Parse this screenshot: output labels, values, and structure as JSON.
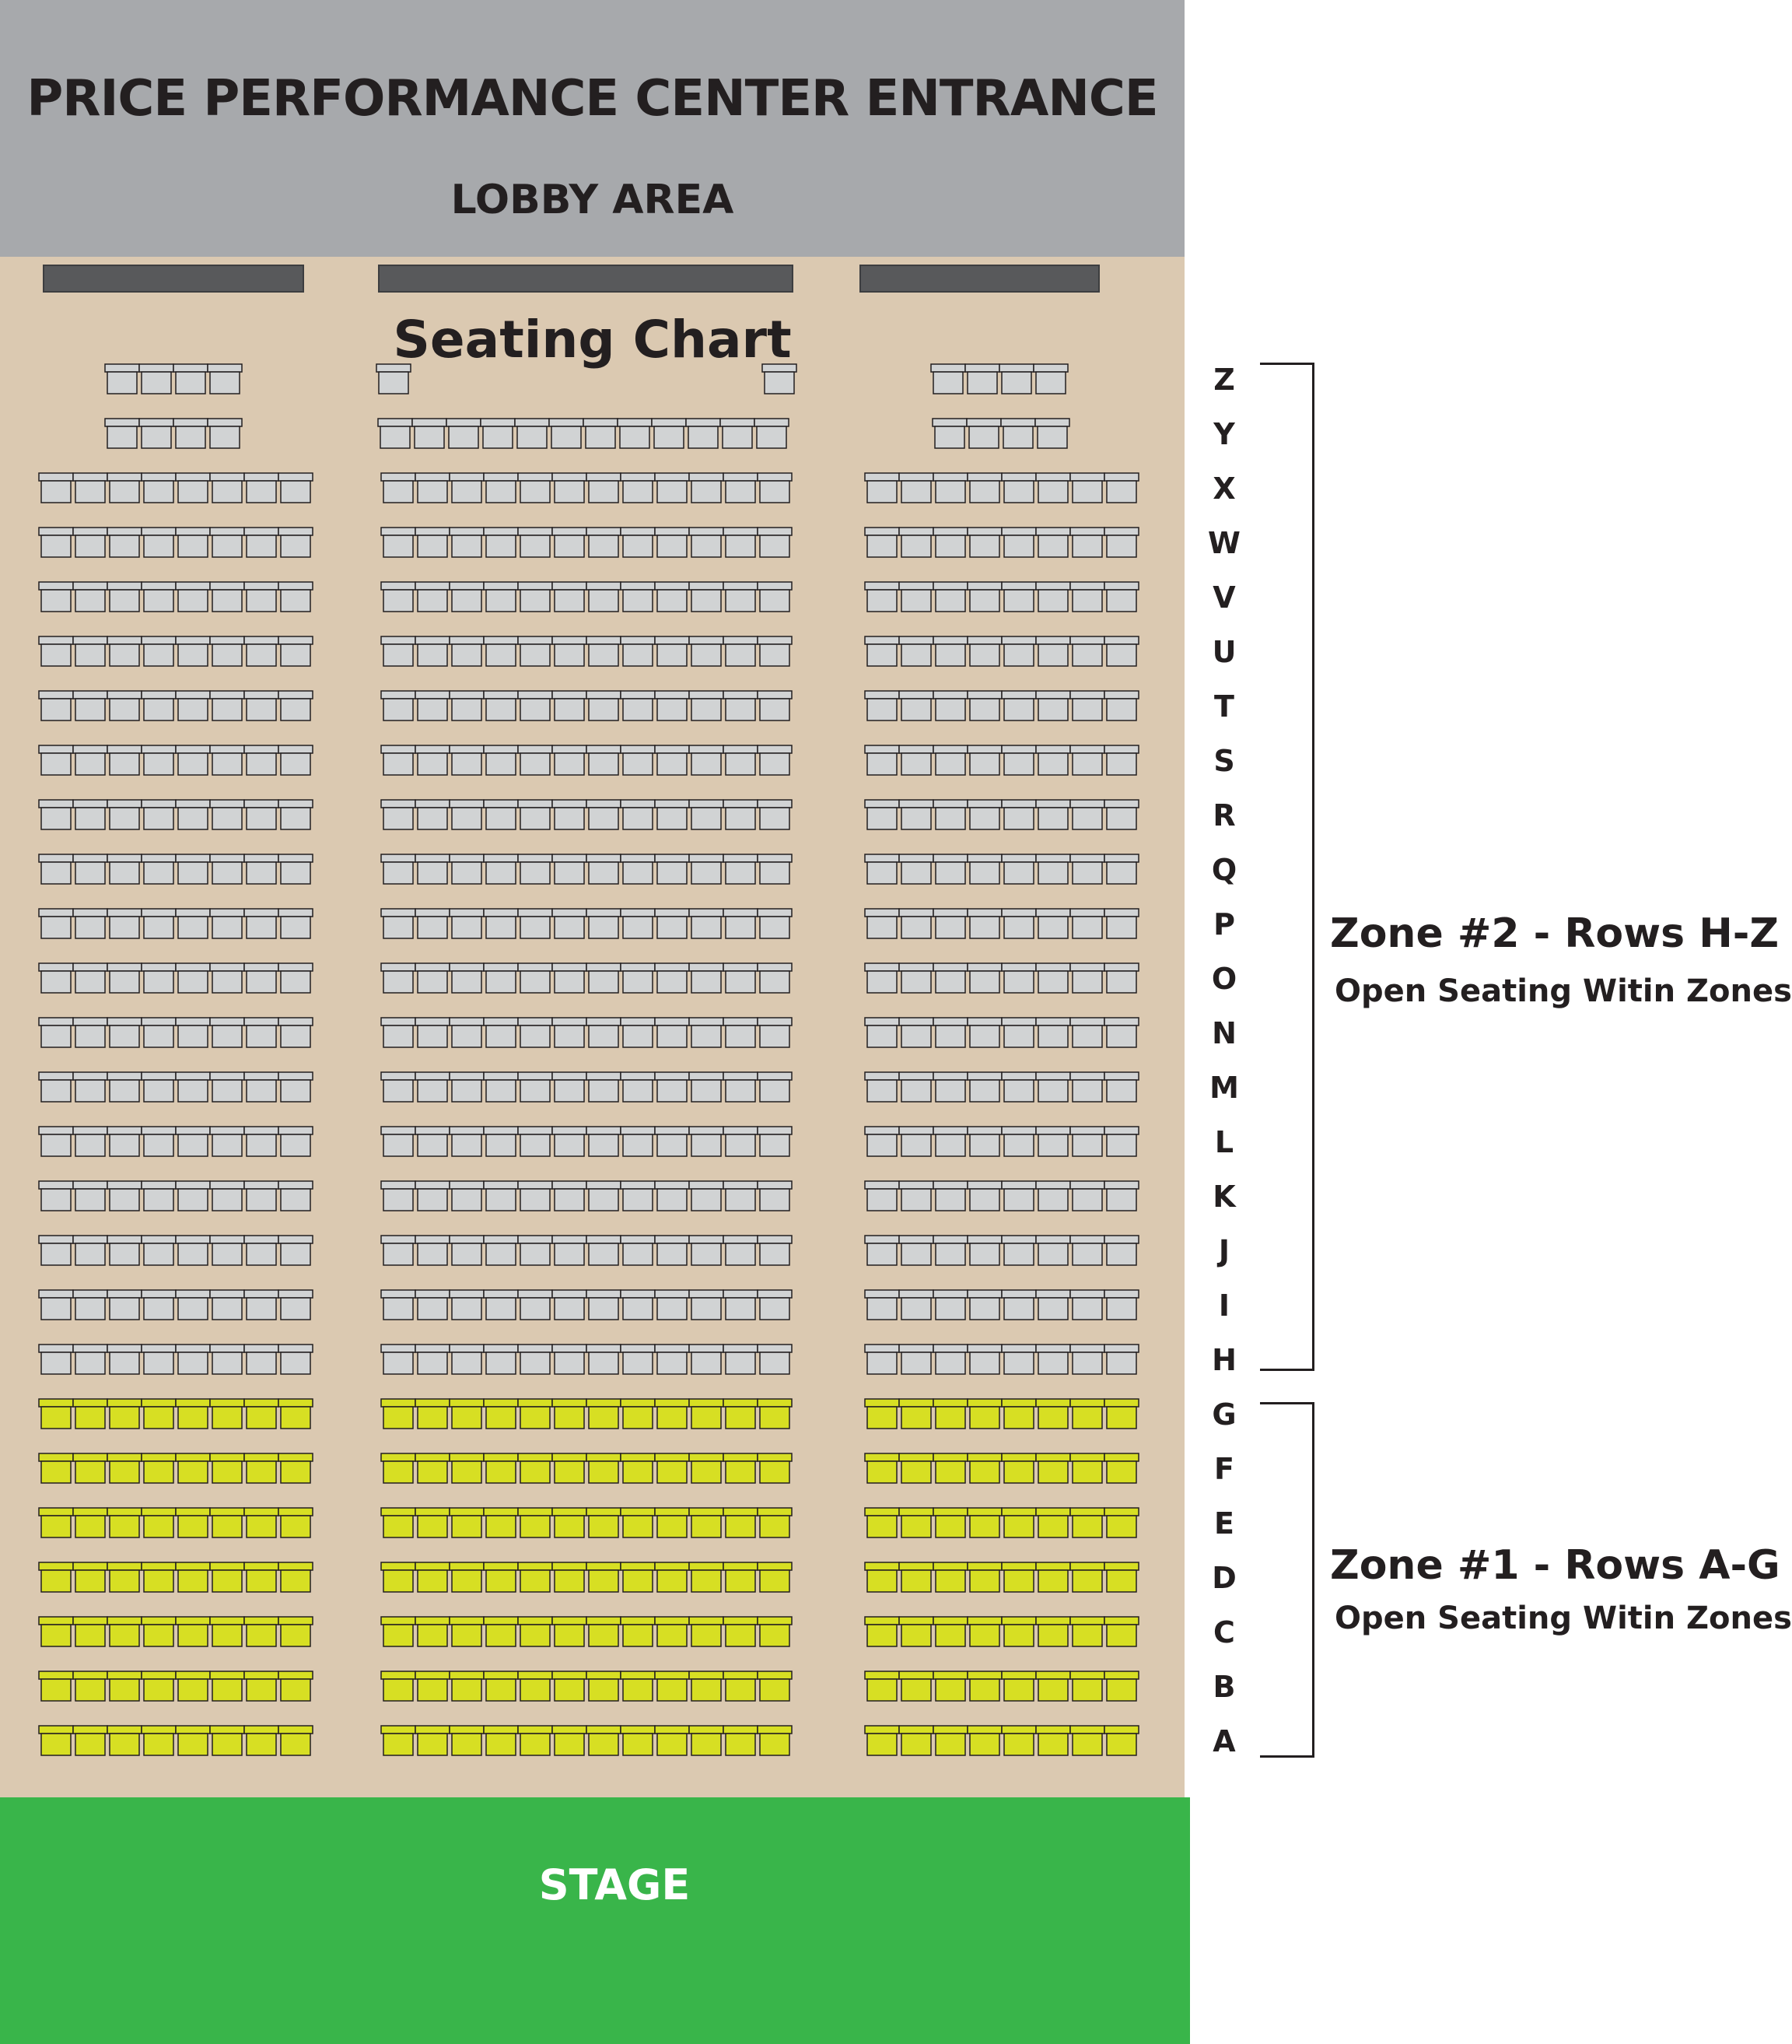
{
  "header": {
    "entrance_title": "PRICE PERFORMANCE CENTER ENTRANCE",
    "lobby_label": "LOBBY AREA"
  },
  "chart": {
    "title": "Seating Chart",
    "stage_label": "STAGE"
  },
  "rows": [
    "Z",
    "Y",
    "X",
    "W",
    "V",
    "U",
    "T",
    "S",
    "R",
    "Q",
    "P",
    "O",
    "N",
    "M",
    "L",
    "K",
    "J",
    "I",
    "H",
    "G",
    "F",
    "E",
    "D",
    "C",
    "B",
    "A"
  ],
  "zones": [
    {
      "title": "Zone #2 - Rows H-Z",
      "subtitle": "Open Seating Witin Zones",
      "color": "#d1d3d4",
      "rows": "H-Z"
    },
    {
      "title": "Zone #1 - Rows A-G",
      "subtitle": "Open Seating Witin Zones",
      "color": "#d7df23",
      "rows": "A-G"
    }
  ],
  "colors": {
    "lobby": "#a7a9ac",
    "floor": "#dbc9b1",
    "stage": "#39b54a",
    "zone2_seat": "#d1d3d4",
    "zone1_seat": "#d7df23"
  }
}
